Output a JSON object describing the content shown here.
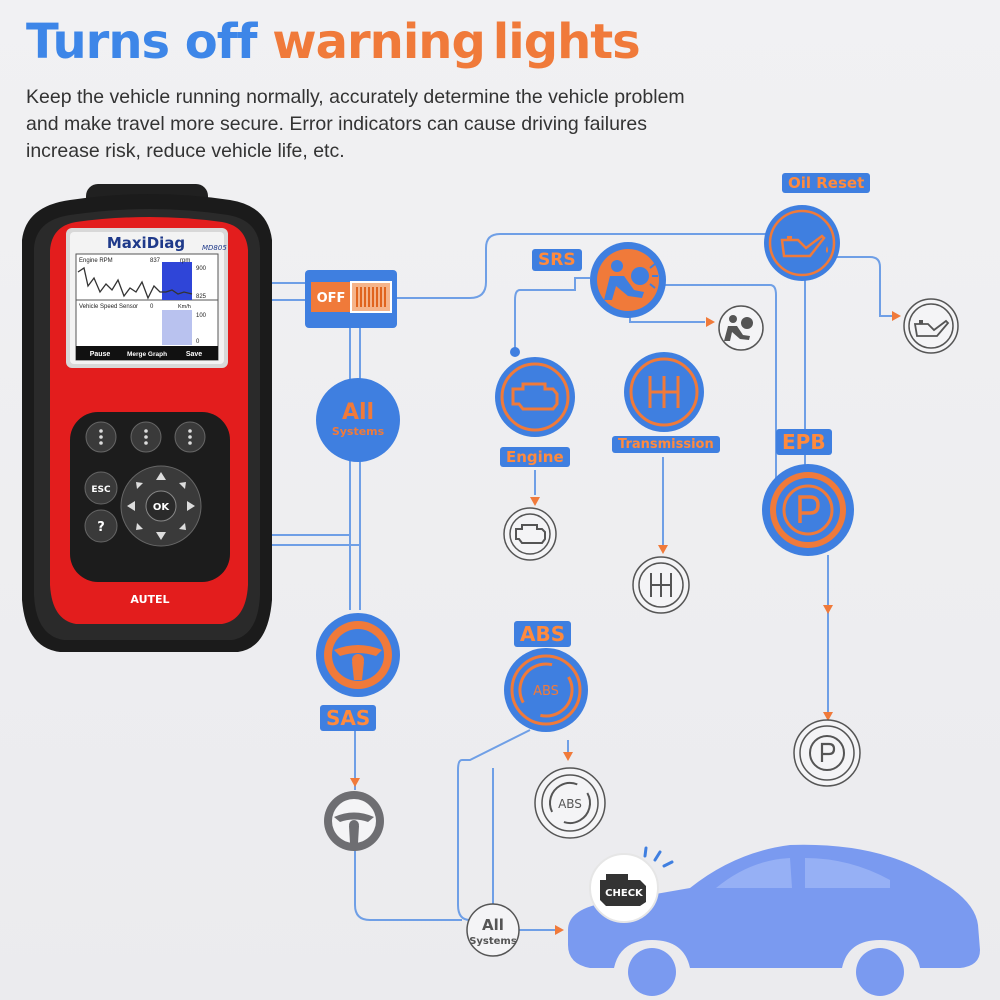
{
  "header": {
    "title_part1": "Turns off",
    "title_part2": "warning",
    "title_part3": "lights",
    "desc_line1": "Keep the vehicle running normally, accurately determine the vehicle problem",
    "desc_line2": "and make travel more secure.  Error indicators can cause driving failures",
    "desc_line3": "increase risk, reduce vehicle life, etc."
  },
  "device": {
    "brand_model": "MaxiDiag",
    "model_code": "MD805",
    "maker": "AUTEL",
    "screen": {
      "row1_label": "Engine RPM",
      "row1_value": "837",
      "row1_unit": "rpm",
      "row1_max": "900",
      "row1_min": "825",
      "row2_label": "Vehicle Speed Sensor",
      "row2_value": "0",
      "row2_unit": "Km/h",
      "row2_max": "100",
      "row2_min": "0",
      "softkey1": "Pause",
      "softkey2": "Merge Graph",
      "softkey3": "Save"
    },
    "keys": {
      "esc": "ESC",
      "help": "?",
      "ok": "OK"
    }
  },
  "switch": {
    "label": "OFF"
  },
  "systems": {
    "all_systems_top_line1": "All",
    "all_systems_top_line2": "Systems",
    "oil_reset": "Oil Reset",
    "srs": "SRS",
    "engine": "Engine",
    "transmission": "Transmission",
    "epb": "EPB",
    "abs": "ABS",
    "abs_icon_text": "ABS",
    "abs_icon_text_small": "ABS",
    "sas": "SAS",
    "all_systems_bottom_line1": "All",
    "all_systems_bottom_line2": "Systems",
    "check": "CHECK"
  },
  "colors": {
    "blue": "#3f7fe0",
    "orange": "#f07a3a",
    "device_red": "#e31d1d",
    "car_blue": "#7a9af0"
  }
}
